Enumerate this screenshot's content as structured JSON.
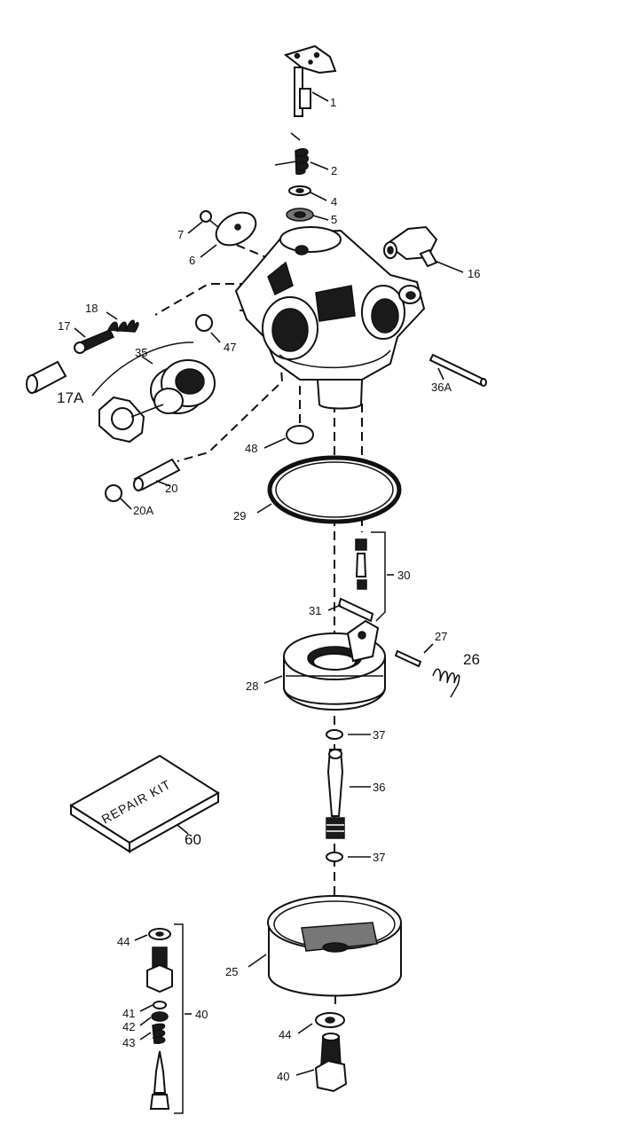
{
  "callouts": {
    "p1": "1",
    "p2": "2",
    "p4": "4",
    "p5": "5",
    "p6": "6",
    "p7": "7",
    "p16": "16",
    "p17": "17",
    "p17a": "17A",
    "p18": "18",
    "p20": "20",
    "p20a": "20A",
    "p25": "25",
    "p26": "26",
    "p27": "27",
    "p28": "28",
    "p29": "29",
    "p30": "30",
    "p31": "31",
    "p35": "35",
    "p36": "36",
    "p36a": "36A",
    "p37a": "37",
    "p37b": "37",
    "p40a": "40",
    "p40b": "40",
    "p41": "41",
    "p42": "42",
    "p43": "43",
    "p44a": "44",
    "p44b": "44",
    "p47": "47",
    "p48": "48",
    "p60": "60"
  },
  "repair_kit_label": "REPAIR KIT"
}
